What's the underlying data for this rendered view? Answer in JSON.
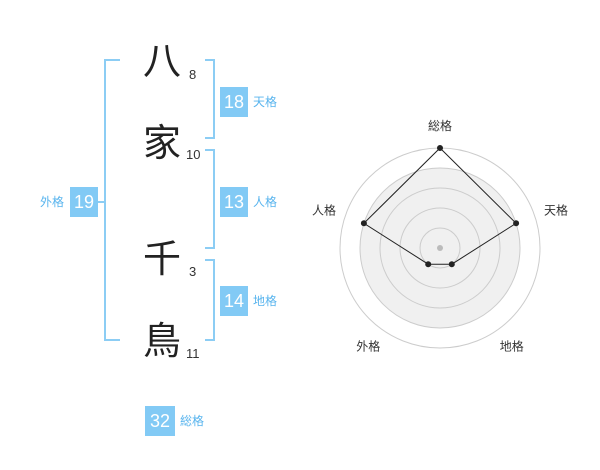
{
  "name": {
    "characters": [
      {
        "char": "八",
        "strokes": "8"
      },
      {
        "char": "家",
        "strokes": "10"
      },
      {
        "char": "千",
        "strokes": "3"
      },
      {
        "char": "鳥",
        "strokes": "11"
      }
    ]
  },
  "fortune": {
    "tenkaku": {
      "value": "18",
      "label": "天格"
    },
    "jinkaku": {
      "value": "13",
      "label": "人格"
    },
    "chikaku": {
      "value": "14",
      "label": "地格"
    },
    "gaikaku": {
      "value": "19",
      "label": "外格"
    },
    "soukaku": {
      "value": "32",
      "label": "総格"
    }
  },
  "chart_data": {
    "type": "radar",
    "axes": [
      "総格",
      "天格",
      "地格",
      "外格",
      "人格"
    ],
    "levels": 5,
    "max": 5,
    "values": [
      5,
      4,
      1,
      1,
      4
    ]
  },
  "colors": {
    "accent": "#82caf5",
    "label": "#58b4ee",
    "bracket": "#8ccdf4",
    "grid": "#cccccc",
    "fill": "#f0f0f0",
    "line": "#222222"
  }
}
